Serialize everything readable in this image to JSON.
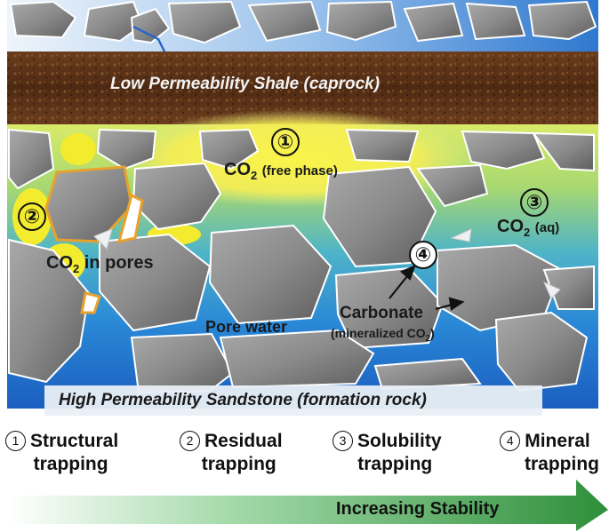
{
  "caprock_label": "Low Permeability Shale (caprock)",
  "formation_label": "High Permeability Sandstone (formation rock)",
  "markers": {
    "m1": "①",
    "m2": "②",
    "m3": "③",
    "m4": "④"
  },
  "labels": {
    "co2": "CO",
    "sub2": "2",
    "free_phase": "(free phase)",
    "in_pores": "in pores",
    "aq": "(aq)",
    "pore_water": "Pore water",
    "carbonate": "Carbonate",
    "mineralized_pre": "(mineralized CO",
    "mineralized_post": ")"
  },
  "legend": [
    {
      "num": "1",
      "line1": "Structural",
      "line2": "trapping"
    },
    {
      "num": "2",
      "line1": "Residual",
      "line2": "trapping"
    },
    {
      "num": "3",
      "line1": "Solubility",
      "line2": "trapping"
    },
    {
      "num": "4",
      "line1": "Mineral",
      "line2": "trapping"
    }
  ],
  "arrow_label": "Increasing Stability",
  "colors": {
    "co2_yellow": "#f6f04a",
    "water_blue": "#1d78d0",
    "shale_brown": "#5a3218",
    "rock_gray": "#8a8a8a",
    "arrow_green": "#2e9a3e"
  }
}
